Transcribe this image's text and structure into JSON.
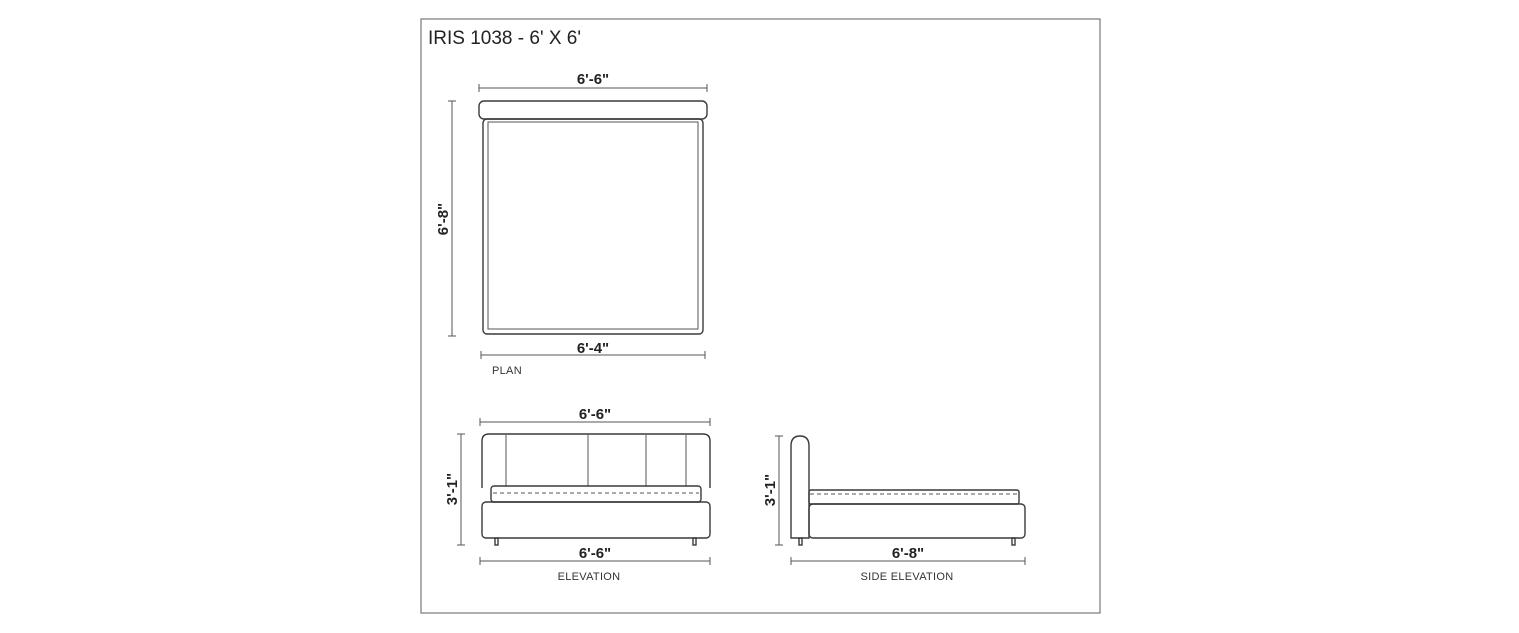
{
  "title": "IRIS 1038 - 6' X 6'",
  "plan": {
    "label": "PLAN",
    "top_width": "6'-6\"",
    "bottom_width": "6'-4\"",
    "depth": "6'-8\""
  },
  "elevation": {
    "label": "ELEVATION",
    "top_width": "6'-6\"",
    "bottom_width": "6'-6\"",
    "height": "3'-1\""
  },
  "side_elevation": {
    "label": "SIDE ELEVATION",
    "length": "6'-8\"",
    "height": "3'-1\""
  }
}
